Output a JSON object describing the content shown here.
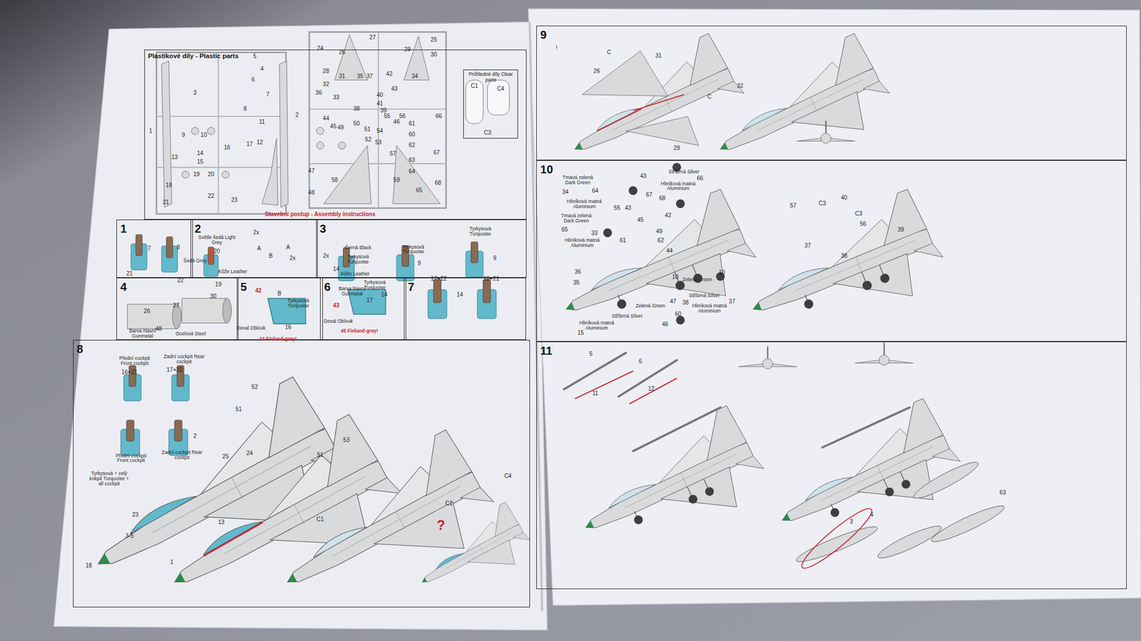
{
  "diagram": {
    "nodes": [
      {
        "text": [
          "Plastikové díly - Plastic parts"
        ]
      },
      {
        "text": [
          "Průhledné díly Clear parts"
        ],
        "in": 0
      },
      {
        "text": [
          "1"
        ]
      },
      {
        "text": [
          "2"
        ]
      },
      {
        "text": [
          "3"
        ]
      },
      {
        "text": [
          "4"
        ]
      },
      {
        "text": [
          "5"
        ]
      },
      {
        "text": [
          "6"
        ]
      },
      {
        "text": [
          "7"
        ]
      },
      {
        "text": [
          "8"
        ]
      },
      {
        "text": [
          "9"
        ]
      },
      {
        "text": [
          "10"
        ]
      },
      {
        "text": [
          "11"
        ]
      }
    ],
    "labels": [
      "1",
      "2",
      "3",
      "4",
      "5",
      "6",
      "7",
      "8",
      "9",
      "10",
      "11",
      "12",
      "13",
      "14",
      "15",
      "16",
      "17",
      "18",
      "19",
      "20",
      "21",
      "22",
      "23",
      "24",
      "25",
      "26",
      "27",
      "28",
      "29",
      "30",
      "31",
      "32",
      "33",
      "34",
      "35",
      "36",
      "37",
      "38",
      "39",
      "40",
      "41",
      "42",
      "43",
      "44",
      "45",
      "46",
      "47",
      "48",
      "49",
      "50",
      "51",
      "52",
      "53",
      "54",
      "55",
      "56",
      "57",
      "58",
      "59",
      "60",
      "61",
      "62",
      "63",
      "64",
      "65",
      "66",
      "67",
      "68",
      "C1",
      "C4",
      "C3",
      "Stavební postup - Assembly instructions",
      "7",
      "8",
      "21",
      "22",
      "Světle šedá Light Grey",
      "20",
      "Šedá Grey",
      "19",
      "Kůže Leather",
      "2x",
      "A",
      "B",
      "A",
      "2x",
      "B",
      "2x",
      "Černá Black",
      "Tyrkysová Turquoise",
      "Kůže Leather",
      "14",
      "Barva hlavní Gunmetal",
      "Tyrkysová Turquoise",
      "9",
      "14",
      "Tyrkysová Turquoise",
      "9",
      "14",
      "26",
      "27",
      "30",
      "48",
      "Barva hlavní Gunmetal",
      "Ocelová Steel",
      "42",
      "Dexal Oblouk",
      "Tyrkysová Turquoise",
      "16",
      "44 Finland-grey!",
      "43",
      "Dexal Oblouk",
      "Tyrkysová Turquoise",
      "17",
      "45 Finland-grey!",
      "17+22",
      "16+21",
      "Přední cockpit Front cockpit",
      "16+21",
      "Zadní cockpit Rear cockpit",
      "17+22",
      "Přední cockpit Front cockpit",
      "Zadní cockpit Rear cockpit",
      "Tyrkysová + celý kokpit Turquoise + all cockpit",
      "52",
      "51",
      "2",
      "25",
      "24",
      "53",
      "51",
      "23",
      "3-5",
      "18",
      "1",
      "13",
      "C1",
      "C4",
      "C1",
      "?",
      "!",
      "26",
      "C",
      "31",
      "C",
      "32",
      "29",
      "Tmavá zelená Dark Green",
      "34",
      "64",
      "Hliníková matná Aluminium",
      "Tmavá zelená Dark Green",
      "65",
      "33",
      "Hliníková matná Aluminium",
      "36",
      "35",
      "15",
      "55",
      "43",
      "67",
      "68",
      "45",
      "61",
      "42",
      "49",
      "62",
      "44",
      "43",
      "Stříbrná Silver",
      "66",
      "Hliníková matná Aluminium",
      "10",
      "Zelená Green",
      "10",
      "Zelená Green",
      "47",
      "60",
      "46",
      "38",
      "Stříbrná Silver",
      "37",
      "Hliníková matná Aluminium",
      "Stříbrná Silver",
      "Hliníková matná Aluminium",
      "57",
      "C3",
      "40",
      "C3",
      "56",
      "39",
      "37",
      "38",
      "5",
      "6",
      "11",
      "12",
      "3",
      "4",
      "63"
    ]
  }
}
